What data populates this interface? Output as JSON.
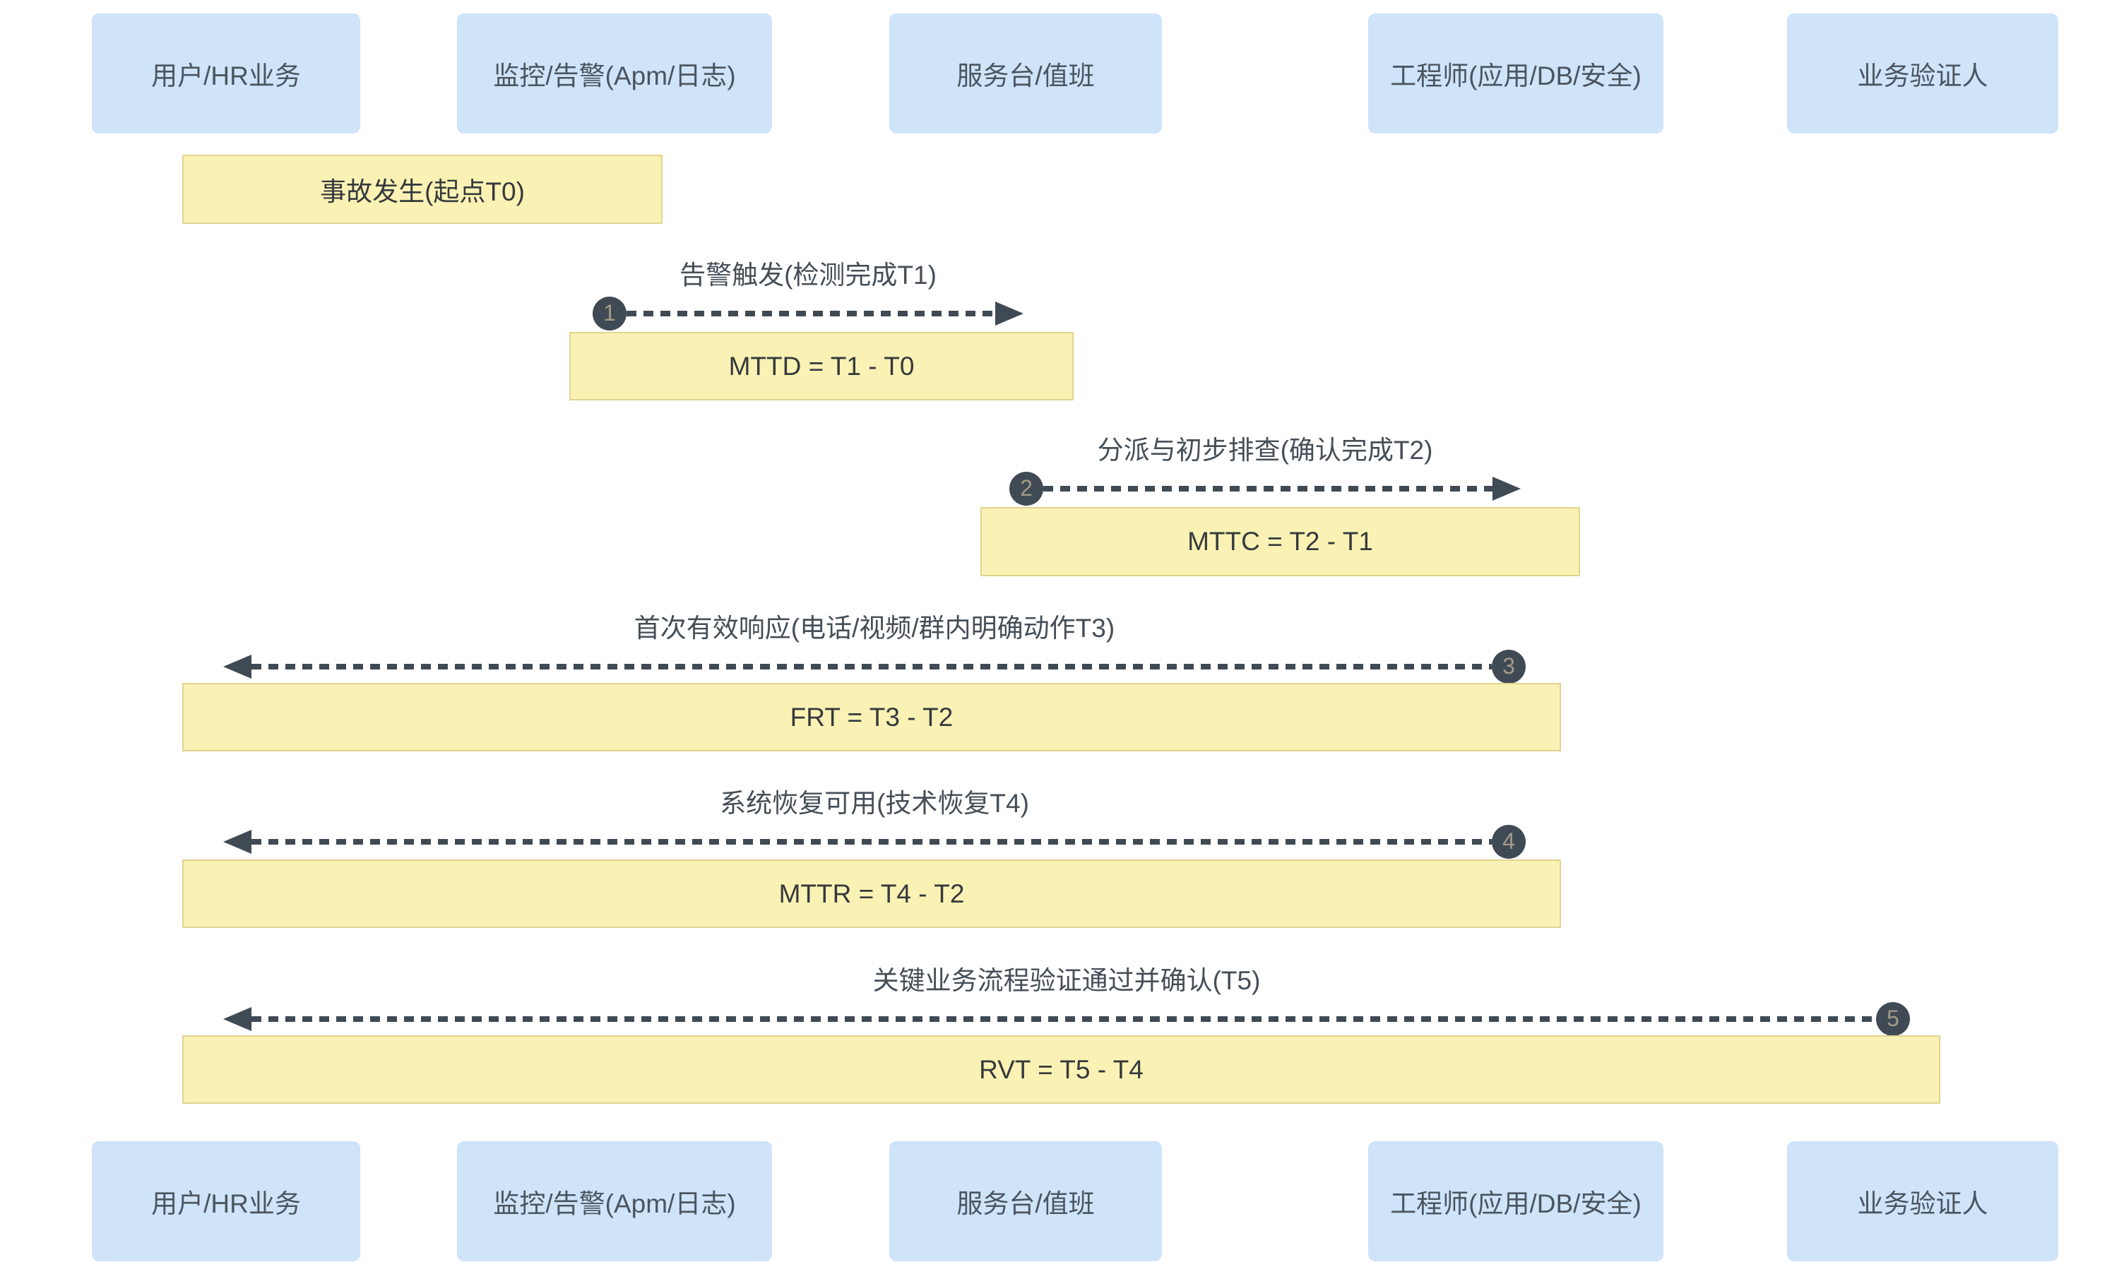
{
  "diagram": {
    "actors": [
      {
        "label": "用户/HR业务"
      },
      {
        "label": "监控/告警(Apm/日志)"
      },
      {
        "label": "服务台/值班"
      },
      {
        "label": "工程师(应用/DB/安全)"
      },
      {
        "label": "业务验证人"
      }
    ],
    "start_note": {
      "label": "事故发生(起点T0)"
    },
    "messages": [
      {
        "seq": "1",
        "label": "告警触发(检测完成T1)",
        "from": "监控/告警(Apm/日志)",
        "to": "服务台/值班",
        "direction": "right",
        "note": "MTTD = T1 - T0"
      },
      {
        "seq": "2",
        "label": "分派与初步排查(确认完成T2)",
        "from": "服务台/值班",
        "to": "工程师(应用/DB/安全)",
        "direction": "right",
        "note": "MTTC = T2 - T1"
      },
      {
        "seq": "3",
        "label": "首次有效响应(电话/视频/群内明确动作T3)",
        "from": "工程师(应用/DB/安全)",
        "to": "用户/HR业务",
        "direction": "left",
        "note": "FRT = T3 - T2"
      },
      {
        "seq": "4",
        "label": "系统恢复可用(技术恢复T4)",
        "from": "工程师(应用/DB/安全)",
        "to": "用户/HR业务",
        "direction": "left",
        "note": "MTTR = T4 - T2"
      },
      {
        "seq": "5",
        "label": "关键业务流程验证通过并确认(T5)",
        "from": "业务验证人",
        "to": "用户/HR业务",
        "direction": "left",
        "note": "RVT = T5 - T4"
      }
    ],
    "colors": {
      "actor_fill": "#cfe3f9",
      "actor_text": "#4a5560",
      "note_fill": "#faf2b4",
      "note_border": "#e0d490",
      "line": "#404a54",
      "number": "#a39a88"
    }
  }
}
